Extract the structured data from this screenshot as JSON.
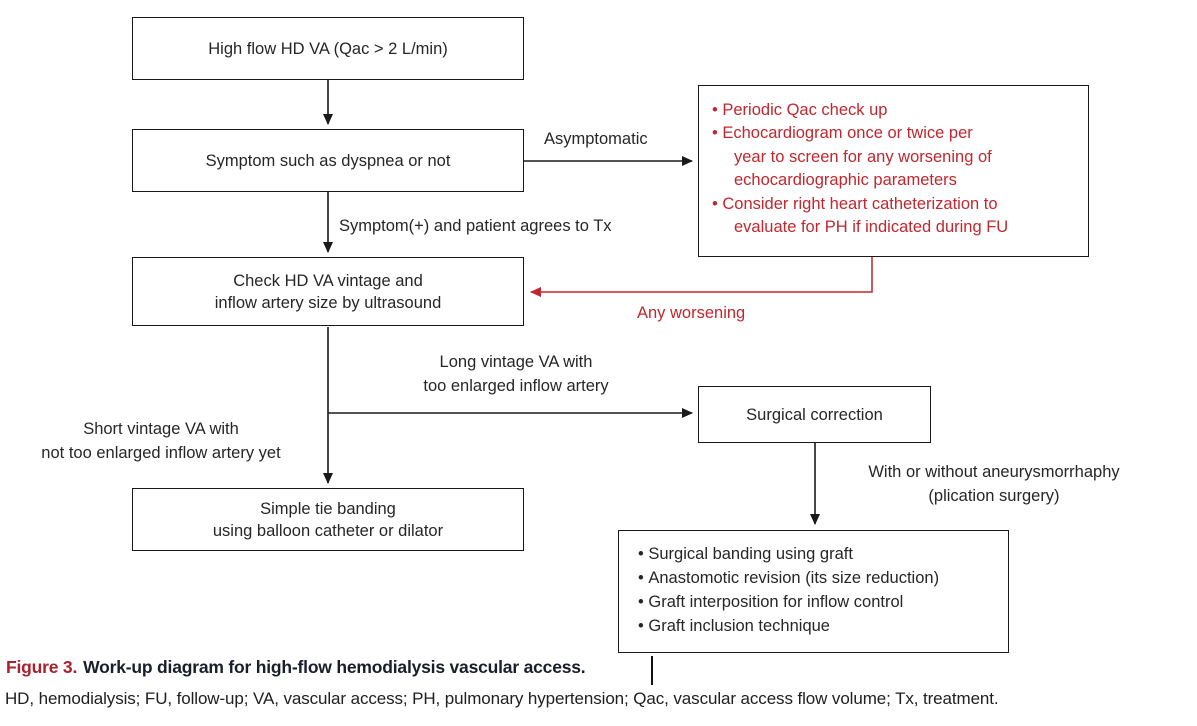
{
  "diagram": {
    "nodes": {
      "high_flow": {
        "text": "High flow HD VA (Qac > 2 L/min)"
      },
      "symptom": {
        "text": "Symptom such as dyspnea or not"
      },
      "check": {
        "line1": "Check HD VA vintage and",
        "line2": "inflow artery size by ultrasound"
      },
      "surveillance": {
        "items": [
          [
            "Periodic Qac check up"
          ],
          [
            "Echocardiogram once or twice per",
            "year to screen for any worsening of",
            "echocardiographic parameters"
          ],
          [
            "Consider right heart catheterization to",
            "evaluate for PH if indicated during FU"
          ]
        ]
      },
      "surgical_correction": {
        "text": "Surgical correction"
      },
      "simple_tie": {
        "line1": "Simple tie banding",
        "line2": "using balloon catheter or dilator"
      },
      "surgical_options": {
        "items": [
          "Surgical banding using graft",
          "Anastomotic revision (its size reduction)",
          "Graft interposition for inflow control",
          "Graft inclusion technique"
        ]
      }
    },
    "edge_labels": {
      "asymptomatic": "Asymptomatic",
      "symptomatic": "Symptom(+) and patient agrees to Tx",
      "any_worsening": "Any worsening",
      "long_vintage": {
        "line1": "Long vintage VA with",
        "line2": "too enlarged inflow artery"
      },
      "short_vintage": {
        "line1": "Short vintage VA with",
        "line2": "not too enlarged inflow artery yet"
      },
      "aneurysmorrhaphy": {
        "line1": "With or without aneurysmorrhaphy",
        "line2": "(plication surgery)"
      }
    },
    "colors": {
      "accent_red": "#c0272e",
      "caption_red": "#a8222e",
      "text_dark": "#262626",
      "line_black": "#1a1a1a"
    }
  },
  "caption": {
    "figure_label": "Figure 3.",
    "title": "Work-up diagram for high-flow hemodialysis vascular access.",
    "abbreviations": "HD, hemodialysis; FU, follow-up; VA, vascular access; PH, pulmonary hypertension; Qac, vascular access flow volume; Tx, treatment."
  }
}
